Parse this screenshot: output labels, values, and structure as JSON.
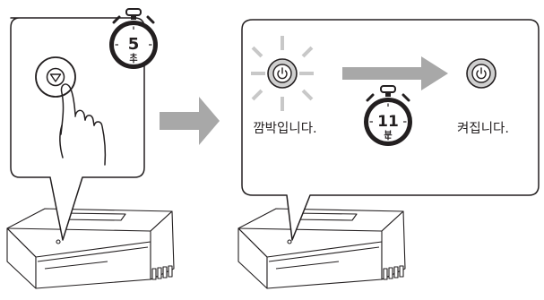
{
  "step1": {
    "timer_value": "5",
    "timer_unit": "초"
  },
  "step2": {
    "blink_label": "깜박입니다.",
    "timer_value": "11",
    "timer_unit": "분",
    "on_label": "켜집니다."
  },
  "colors": {
    "stroke": "#231f20",
    "light_gray": "#cfcfcf",
    "ray_gray": "#c8c8c8",
    "arrow_gray": "#a8a8a8",
    "white": "#ffffff"
  }
}
